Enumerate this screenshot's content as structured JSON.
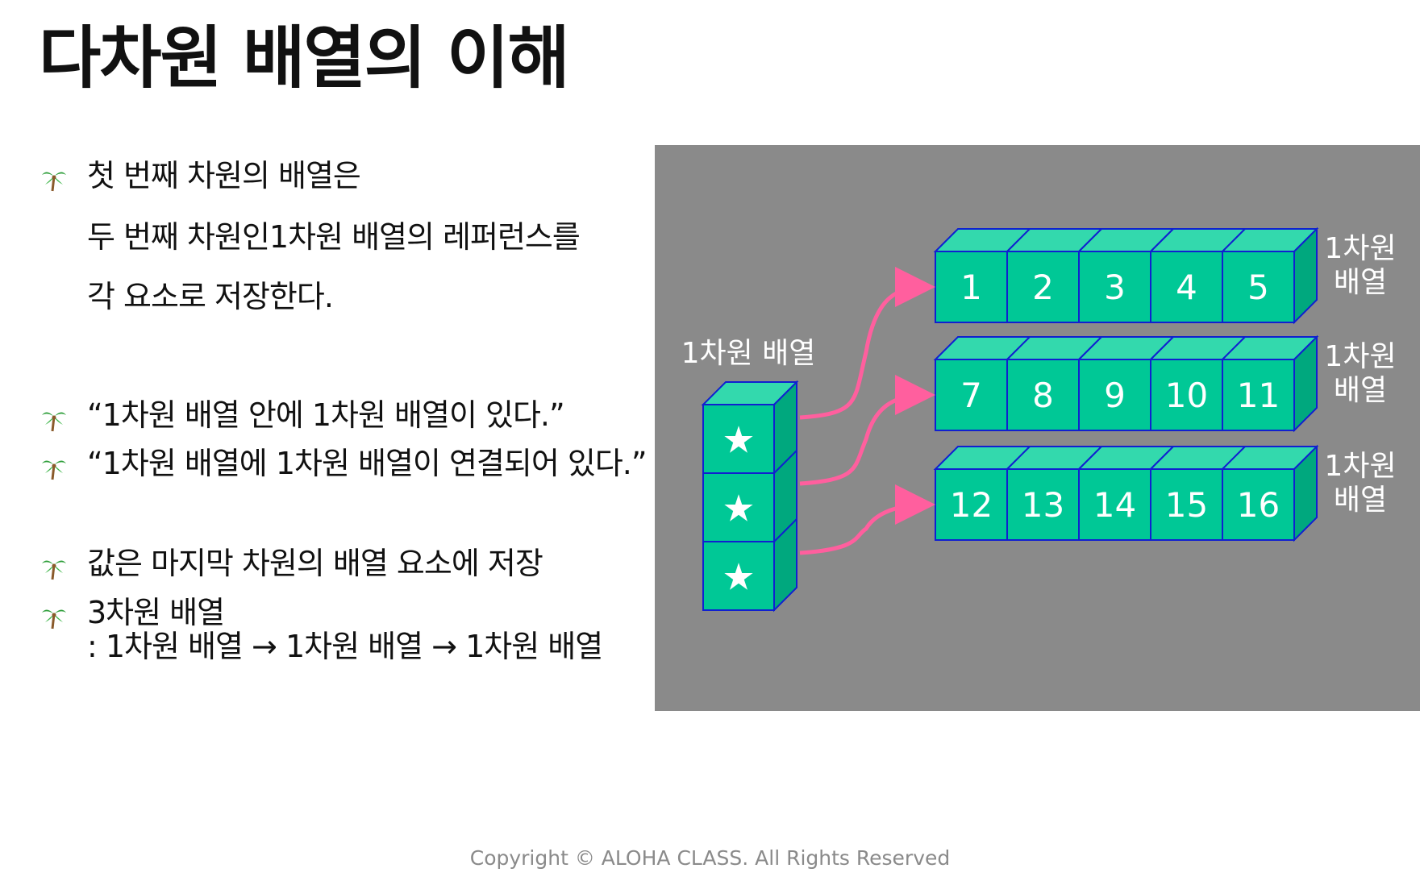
{
  "title": "다차원 배열의 이해",
  "bullets": {
    "b1_line1": "첫 번째 차원의 배열은",
    "b1_line2": "두 번째 차원인1차원 배열의 레퍼런스를",
    "b1_line3": "각 요소로 저장한다.",
    "b2": "“1차원 배열 안에 1차원 배열이 있다.”",
    "b3": "“1차원 배열에 1차원 배열이 연결되어 있다.”",
    "b4": "값은 마지막 차원의 배열 요소에 저장",
    "b5_line1": "3차원 배열",
    "b5_line2": ":  1차원 배열 → 1차원 배열 → 1차원 배열"
  },
  "diagram": {
    "colors": {
      "background": "#8a8a8a",
      "cube_front": "#00c896",
      "cube_top": "#33d9ad",
      "cube_side": "#00a87e",
      "cube_border": "#1020d0",
      "arrow": "#ff5f9e",
      "text": "#ffffff"
    },
    "left_label": "1차원 배열",
    "left_cells": [
      "★",
      "★",
      "★"
    ],
    "rows": [
      {
        "cells": [
          "1",
          "2",
          "3",
          "4",
          "5"
        ],
        "label_line1": "1차원",
        "label_line2": "배열"
      },
      {
        "cells": [
          "7",
          "8",
          "9",
          "10",
          "11"
        ],
        "label_line1": "1차원",
        "label_line2": "배열"
      },
      {
        "cells": [
          "12",
          "13",
          "14",
          "15",
          "16"
        ],
        "label_line1": "1차원",
        "label_line2": "배열"
      }
    ]
  },
  "footer": "Copyright © ALOHA CLASS. All Rights Reserved"
}
